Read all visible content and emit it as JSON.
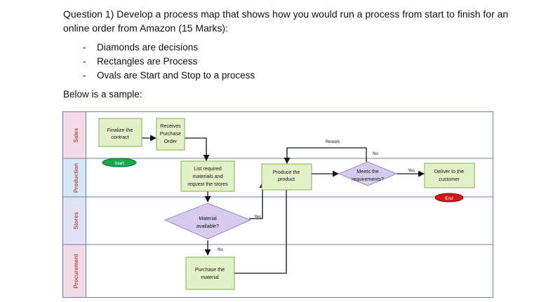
{
  "question": "Question 1) Develop a process map that shows how you would run a process from start to finish for an online order from Amazon (15 Marks):",
  "bullets": [
    {
      "dash": "-",
      "text": "Diamonds are decisions"
    },
    {
      "dash": "-",
      "text": "Rectangles are Process"
    },
    {
      "dash": "-",
      "text": "Ovals are Start and Stop to a process"
    }
  ],
  "sample_label": "Below is a sample:",
  "lanes": [
    {
      "label": "Sales",
      "color": "#f3dbe8"
    },
    {
      "label": "Production",
      "color": "#d6e6f6"
    },
    {
      "label": "Stores",
      "color": "#e1e2f4"
    },
    {
      "label": "Procurement",
      "color": "#f3dbe8"
    }
  ],
  "shapes": {
    "finalize_line1": "Finalize the",
    "finalize_line2": "contract",
    "receives_line1": "Receives",
    "receives_line2": "Purchase",
    "receives_line3": "Order",
    "start": "Start",
    "list_line1": "List required",
    "list_line2": "materials and",
    "list_line3": "request the stores",
    "produce_line1": "Produce the",
    "produce_line2": "product",
    "meets_line1": "Meets the",
    "meets_line2": "requirements?",
    "deliver_line1": "Deliver to the",
    "deliver_line2": "customer",
    "end": "End",
    "material_line1": "Material",
    "material_line2": "available?",
    "purchase_line1": "Purchase the",
    "purchase_line2": "material"
  },
  "labels": {
    "rework": "Rework",
    "no_rework": "No",
    "yes_meets": "Yes",
    "yes_material": "Yes",
    "no_material": "No"
  },
  "colors": {
    "process_fill": "#e3f0c8",
    "process_stroke": "#86ab52",
    "decision_fill": "#d6cbec",
    "decision_stroke": "#9a88c6",
    "start_fill": "#1aa84f",
    "end_fill": "#d01a1a",
    "border": "#6e7ea6"
  }
}
